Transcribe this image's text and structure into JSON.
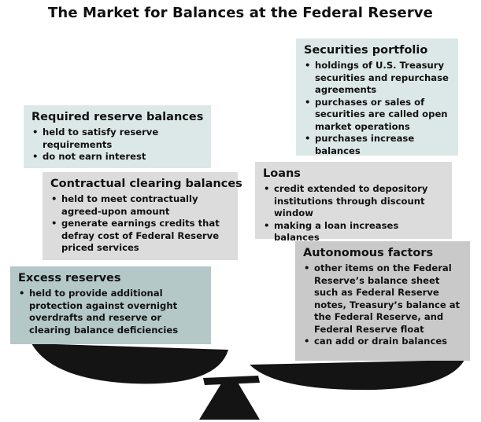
{
  "title": "The Market for Balances at the Federal Reserve",
  "colors": {
    "light_teal": "#dce8e7",
    "light_gray": "#dcdcdc",
    "mid_teal": "#b3c8c7",
    "mid_gray": "#c9c9c9",
    "scale": "#141414"
  },
  "boxes": {
    "required": {
      "heading": "Required reserve balances",
      "items": [
        "held to satisfy reserve requirements",
        "do not earn interest"
      ]
    },
    "contractual": {
      "heading": "Contractual clearing balances",
      "items": [
        "held to meet contractually agreed-upon amount",
        "generate earnings credits that defray cost of Federal Reserve priced services"
      ]
    },
    "excess": {
      "heading": "Excess reserves",
      "items": [
        "held to provide additional protection against overnight overdrafts and reserve or clearing balance deficiencies"
      ]
    },
    "securities": {
      "heading": "Securities portfolio",
      "items": [
        "holdings of U.S. Treasury securities and repurchase agreements",
        "purchases or sales of securities are called open market operations",
        "purchases increase balances"
      ]
    },
    "loans": {
      "heading": "Loans",
      "items": [
        "credit extended to depository institutions through discount window",
        "making a loan increases balances"
      ]
    },
    "autonomous": {
      "heading": "Autonomous factors",
      "items": [
        "other items on the Federal Reserve’s balance sheet such as Federal Reserve notes, Treasury’s balance at the Federal Reserve, and Federal Reserve float",
        "can add or drain balances"
      ]
    }
  }
}
